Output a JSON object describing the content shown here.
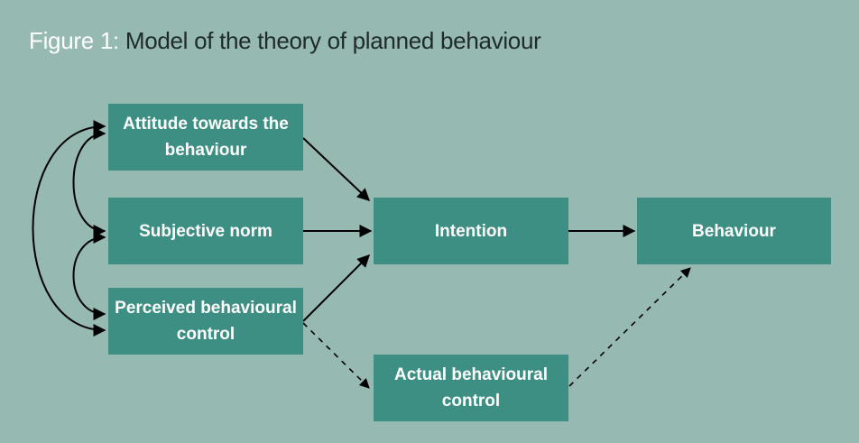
{
  "title": {
    "prefix": "Figure 1:",
    "text": " Model of the theory of planned behaviour"
  },
  "nodes": {
    "attitude": "Attitude towards the behaviour",
    "subjective_norm": "Subjective norm",
    "perceived_control": "Perceived behavioural control",
    "intention": "Intention",
    "behaviour": "Behaviour",
    "actual_control": "Actual behavioural control"
  },
  "colors": {
    "background": "#96b9b1",
    "box": "#3c8f82",
    "box_text": "#ffffff",
    "arrow": "#000000"
  }
}
